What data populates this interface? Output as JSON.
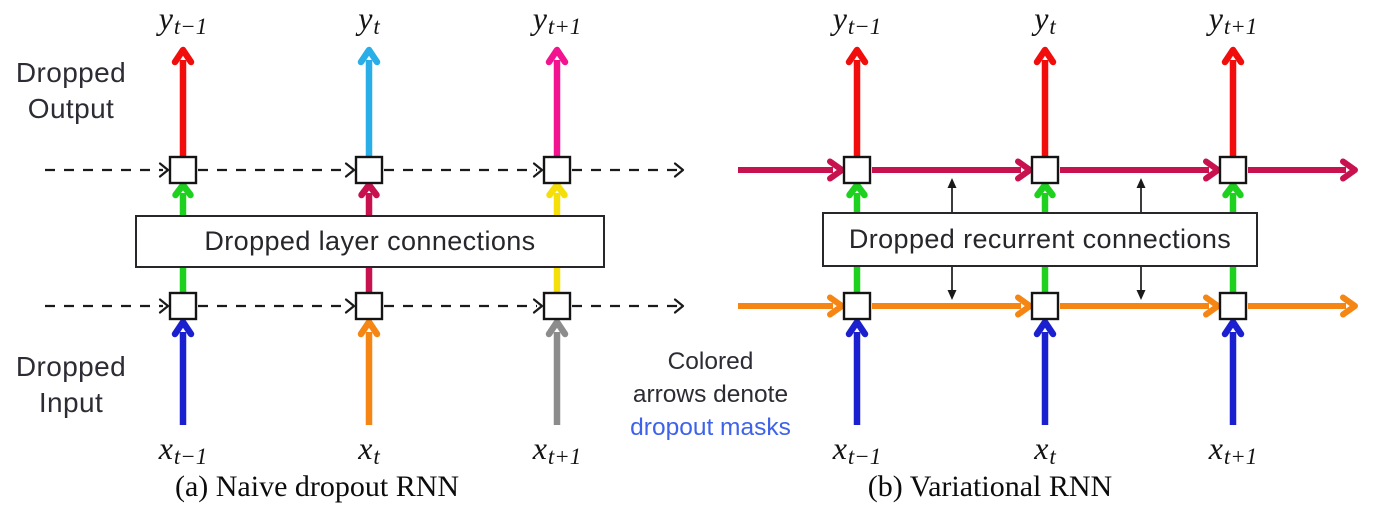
{
  "figure": {
    "note_line1": "Colored",
    "note_line2": "arrows denote",
    "note_line3": "dropout masks"
  },
  "palette": {
    "red": "#f20d0d",
    "cyan": "#2aaee8",
    "magenta": "#f3128f",
    "green": "#1fd11f",
    "crimson": "#c8124f",
    "yellow": "#f5df0a",
    "blue": "#1a20d0",
    "orange": "#f58613",
    "gray": "#8c8c8c",
    "black": "#1a1a1a",
    "link_blue": "#3e63ea"
  },
  "diagram_a": {
    "caption": "(a) Naive dropout RNN",
    "box_label": "Dropped layer connections",
    "label_output_1": "Dropped",
    "label_output_2": "Output",
    "label_input_1": "Dropped",
    "label_input_2": "Input",
    "top_labels": [
      {
        "base": "y",
        "sub": "t−1"
      },
      {
        "base": "y",
        "sub": "t"
      },
      {
        "base": "y",
        "sub": "t+1"
      }
    ],
    "bottom_labels": [
      {
        "base": "x",
        "sub": "t−1"
      },
      {
        "base": "x",
        "sub": "t"
      },
      {
        "base": "x",
        "sub": "t+1"
      }
    ],
    "output_arrow_colors": [
      "red",
      "cyan",
      "magenta"
    ],
    "hidden_arrow_colors": [
      "green",
      "crimson",
      "yellow"
    ],
    "input_arrow_colors": [
      "blue",
      "orange",
      "gray"
    ],
    "recurrent_style": "dashed"
  },
  "diagram_b": {
    "caption": "(b) Variational RNN",
    "box_label": "Dropped recurrent connections",
    "top_labels": [
      {
        "base": "y",
        "sub": "t−1"
      },
      {
        "base": "y",
        "sub": "t"
      },
      {
        "base": "y",
        "sub": "t+1"
      }
    ],
    "bottom_labels": [
      {
        "base": "x",
        "sub": "t−1"
      },
      {
        "base": "x",
        "sub": "t"
      },
      {
        "base": "x",
        "sub": "t+1"
      }
    ],
    "output_arrow_colors": [
      "red",
      "red",
      "red"
    ],
    "hidden_arrow_colors": [
      "green",
      "green",
      "green"
    ],
    "input_arrow_colors": [
      "blue",
      "blue",
      "blue"
    ],
    "recurrent_top_color": "crimson",
    "recurrent_bottom_color": "orange"
  }
}
